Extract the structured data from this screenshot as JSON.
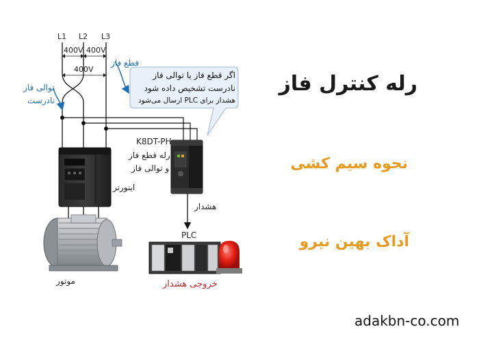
{
  "diagram": {
    "phases": [
      "L1",
      "L2",
      "L3"
    ],
    "voltages": {
      "l1_l2": "400V",
      "l2_l3": "400V",
      "l1_l3": "400V"
    },
    "labels": {
      "phase_loss": "قطع فاز",
      "wrong_sequence_line1": "توالی فاز",
      "wrong_sequence_line2": "نادرست",
      "relay_model": "K8DT-PH",
      "relay_desc_line1": "رله قطع فاز",
      "relay_desc_line2": "و توالی فاز",
      "inverter": "اینورتر",
      "alarm": "هشدار",
      "plc": "PLC",
      "motor": "موتور",
      "alarm_output": "خروجی هشدار"
    },
    "callout": {
      "line1": "اگر قطع فاز یا توالی فاز",
      "line2": "نادرست تشخیص داده شود",
      "line3": "هشدار برای PLC ارسال می‌شود"
    }
  },
  "headings": {
    "title": "رله کنترل فاز",
    "subtitle": "نحوه سیم کشی",
    "company": "آداک بهین نیرو",
    "website": "adakbn-co.com"
  },
  "colors": {
    "accent_orange": "#e89a1e",
    "arrow_blue": "#1f6fb4",
    "alarm_red": "#c0262c",
    "callout_fill": "#e8f1f9"
  }
}
